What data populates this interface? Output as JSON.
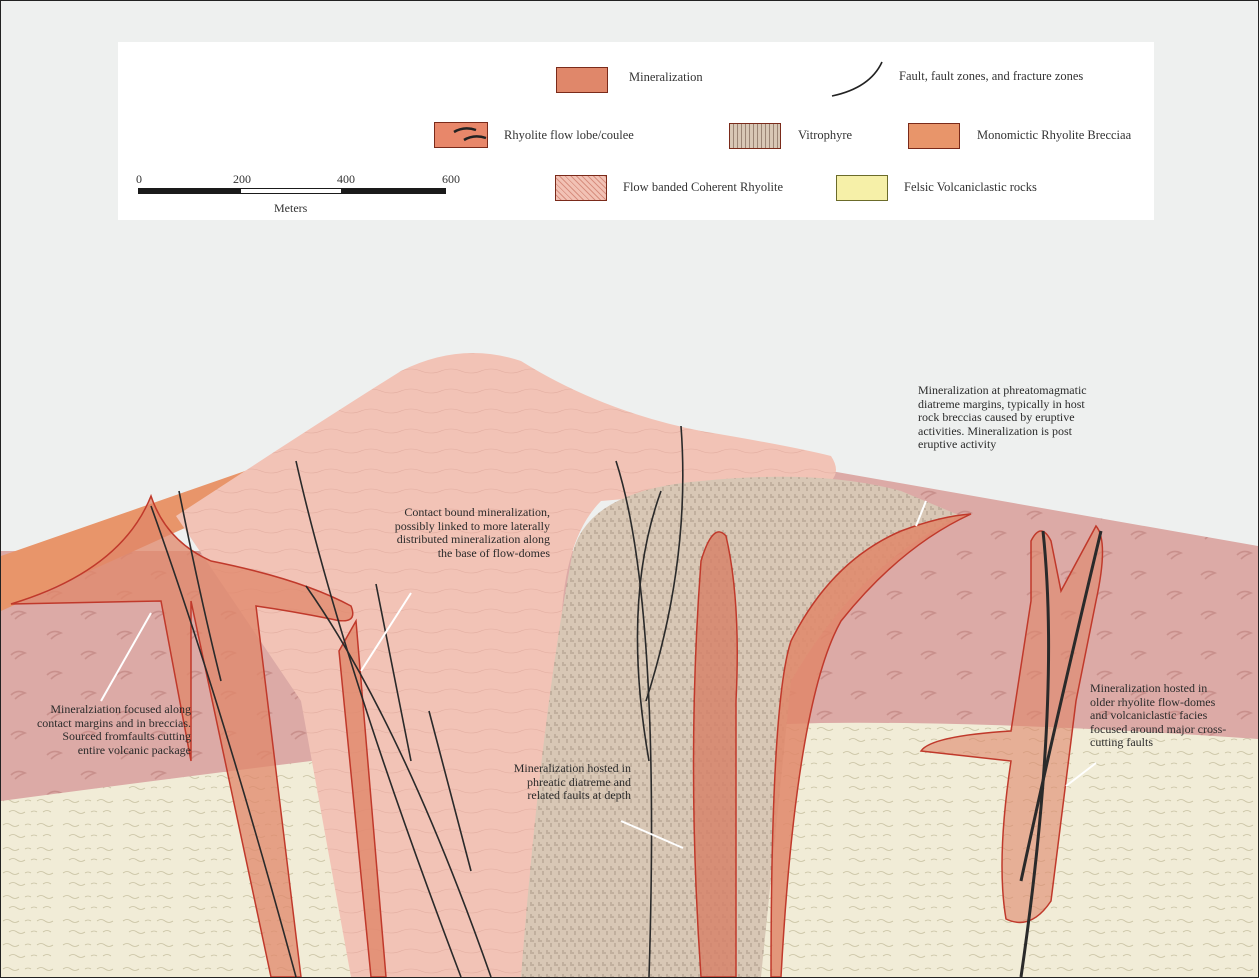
{
  "legend": {
    "mineralization": "Mineralization",
    "faults": "Fault, fault zones, and fracture zones",
    "rhyolite_lobe": "Rhyolite flow lobe/coulee",
    "vitrophyre": "Vitrophyre",
    "monomictic": "Monomictic Rhyolite Brecciaa",
    "flow_banded": "Flow banded Coherent Rhyolite",
    "felsic": "Felsic Volcaniclastic rocks"
  },
  "scale": {
    "ticks": [
      "0",
      "200",
      "400",
      "600"
    ],
    "unit": "Meters"
  },
  "notes": {
    "contact": [
      "Mineralziation focused along",
      "contact margins and in breccias.",
      "Sourced fromfaults cutting",
      "entire volcanic package"
    ],
    "flowdome": [
      "Contact bound mineralization,",
      "possibly linked to more laterally",
      "distributed mineralization along",
      "the base of flow-domes"
    ],
    "phreatic": [
      "Mineralization hosted in",
      "phreatic diatreme and",
      "related faults at depth"
    ],
    "phreatomagmatic": [
      "Mineralization at phreatomagmatic",
      "diatreme margins, typically in host",
      "rock breccias caused by eruptive",
      "activities. Mineralization is post",
      "eruptive activity"
    ],
    "older": [
      "Mineralization hosted in",
      "older rhyolite flow-domes",
      "and volcaniclastic facies",
      "focused around major cross-",
      "cutting faults"
    ]
  },
  "colors": {
    "mineralization": "#e0876a",
    "mineralization_edge": "#c0392b",
    "flow_dome": "#f2c2b5",
    "breccia": "#dcaaa6",
    "volcaniclastic": "#f1ecd7",
    "vitrophyre": "#cdb8a8",
    "lobe": "#e8956a",
    "fault": "#2a2a2a"
  }
}
